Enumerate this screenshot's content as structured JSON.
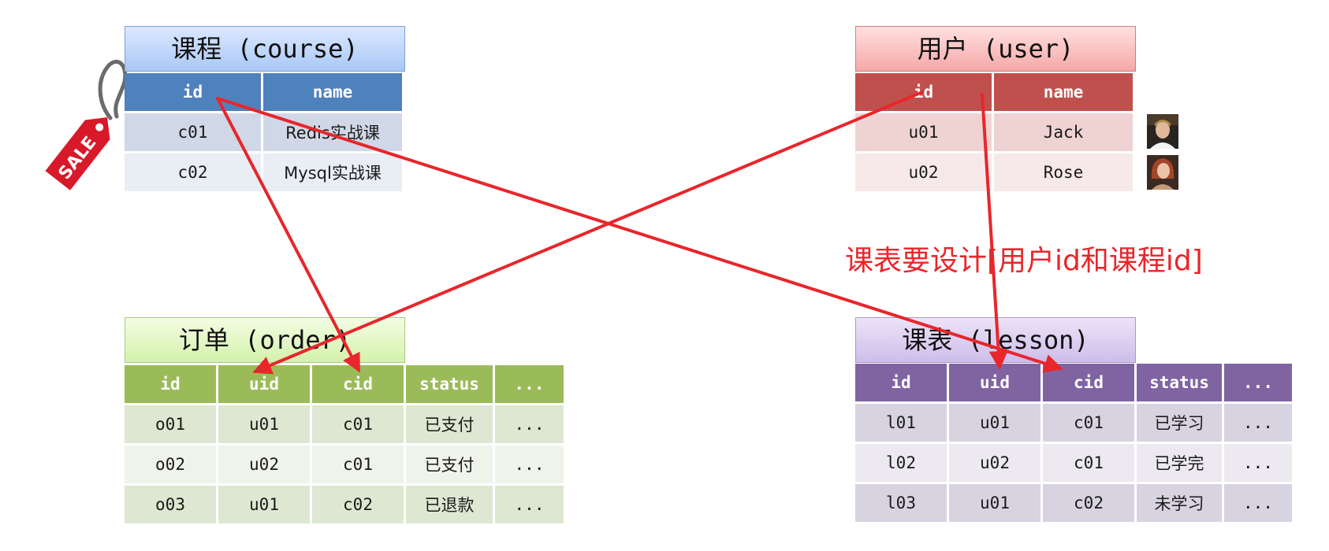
{
  "course": {
    "title": "课程 (course)",
    "headers": [
      "id",
      "name"
    ],
    "rows": [
      [
        "c01",
        "Redis实战课"
      ],
      [
        "c02",
        "Mysql实战课"
      ]
    ]
  },
  "user": {
    "title": "用户 (user)",
    "headers": [
      "id",
      "name"
    ],
    "rows": [
      [
        "u01",
        "Jack"
      ],
      [
        "u02",
        "Rose"
      ]
    ]
  },
  "order": {
    "title": "订单 (order)",
    "headers": [
      "id",
      "uid",
      "cid",
      "status",
      "..."
    ],
    "rows": [
      [
        "o01",
        "u01",
        "c01",
        "已支付",
        "..."
      ],
      [
        "o02",
        "u02",
        "c01",
        "已支付",
        "..."
      ],
      [
        "o03",
        "u01",
        "c02",
        "已退款",
        "..."
      ]
    ]
  },
  "lesson": {
    "title": "课表 (lesson)",
    "headers": [
      "id",
      "uid",
      "cid",
      "status",
      "..."
    ],
    "rows": [
      [
        "l01",
        "u01",
        "c01",
        "已学习",
        "..."
      ],
      [
        "l02",
        "u02",
        "c01",
        "已学完",
        "..."
      ],
      [
        "l03",
        "u01",
        "c02",
        "未学习",
        "..."
      ]
    ]
  },
  "note": "课表要设计[用户id和课程id]",
  "sale_tag": "SALE",
  "icons": [
    "sale-tag-icon",
    "jack-avatar-icon",
    "rose-avatar-icon"
  ],
  "colors": {
    "course": "#4f81bd",
    "user": "#c0504d",
    "order": "#9bbb59",
    "lesson": "#8064a2",
    "arrow": "#e8262b"
  }
}
